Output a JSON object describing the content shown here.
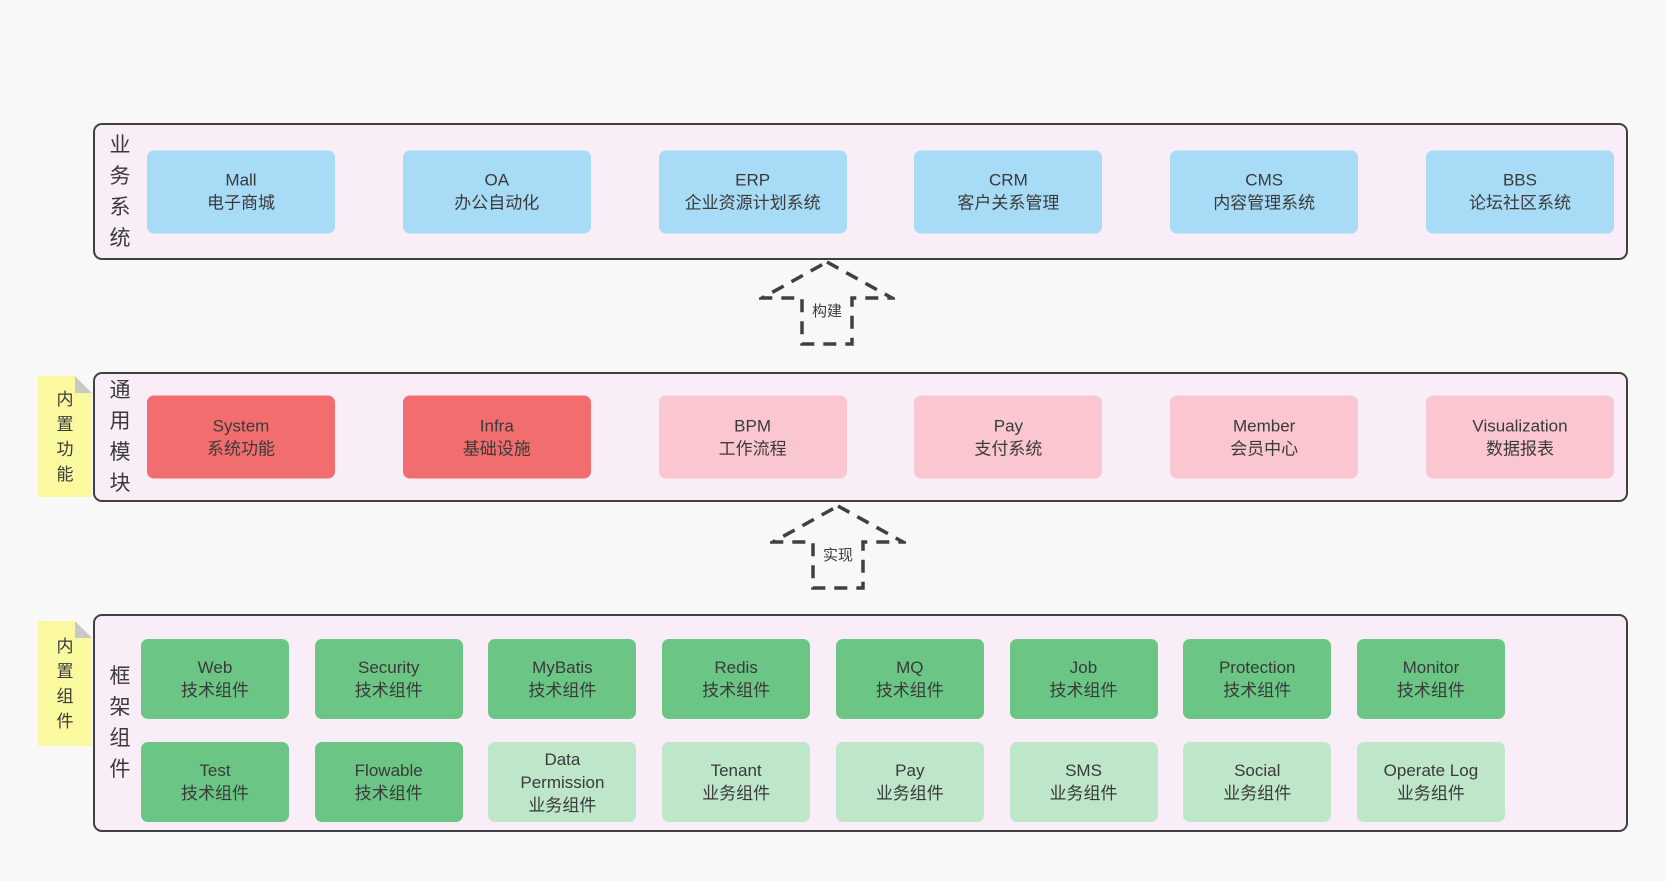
{
  "colors": {
    "page_bg": "#f8f8f8",
    "panel_bg": "#f9eef7",
    "panel_border": "#404040",
    "blue": "#a8dbf5",
    "red": "#f26d6d",
    "pink": "#fac7d1",
    "green_dark": "#6bc685",
    "green_light": "#bee6c9",
    "note_bg": "#fbf9a0",
    "note_fold": "#c8c8c8",
    "text": "#3a3a3a"
  },
  "sections": {
    "business": {
      "label": "业务系统",
      "boxes": [
        {
          "en": "Mall",
          "zh": "电子商城",
          "variant": "blue"
        },
        {
          "en": "OA",
          "zh": "办公自动化",
          "variant": "blue"
        },
        {
          "en": "ERP",
          "zh": "企业资源计划系统",
          "variant": "blue"
        },
        {
          "en": "CRM",
          "zh": "客户关系管理",
          "variant": "blue"
        },
        {
          "en": "CMS",
          "zh": "内容管理系统",
          "variant": "blue"
        },
        {
          "en": "BBS",
          "zh": "论坛社区系统",
          "variant": "blue"
        }
      ]
    },
    "arrow_build": {
      "label": "构建"
    },
    "modules": {
      "label": "通用模块",
      "note": "内置功能",
      "boxes": [
        {
          "en": "System",
          "zh": "系统功能",
          "variant": "red"
        },
        {
          "en": "Infra",
          "zh": "基础设施",
          "variant": "red"
        },
        {
          "en": "BPM",
          "zh": "工作流程",
          "variant": "pink"
        },
        {
          "en": "Pay",
          "zh": "支付系统",
          "variant": "pink"
        },
        {
          "en": "Member",
          "zh": "会员中心",
          "variant": "pink"
        },
        {
          "en": "Visualization",
          "zh": "数据报表",
          "variant": "pink"
        }
      ]
    },
    "arrow_implement": {
      "label": "实现"
    },
    "framework": {
      "label": "框架组件",
      "note": "内置组件",
      "row1": [
        {
          "en": "Web",
          "zh": "技术组件",
          "variant": "green_dark"
        },
        {
          "en": "Security",
          "zh": "技术组件",
          "variant": "green_dark"
        },
        {
          "en": "MyBatis",
          "zh": "技术组件",
          "variant": "green_dark"
        },
        {
          "en": "Redis",
          "zh": "技术组件",
          "variant": "green_dark"
        },
        {
          "en": "MQ",
          "zh": "技术组件",
          "variant": "green_dark"
        },
        {
          "en": "Job",
          "zh": "技术组件",
          "variant": "green_dark"
        },
        {
          "en": "Protection",
          "zh": "技术组件",
          "variant": "green_dark"
        },
        {
          "en": "Monitor",
          "zh": "技术组件",
          "variant": "green_dark"
        }
      ],
      "row2": [
        {
          "en": "Test",
          "zh": "技术组件",
          "variant": "green_dark"
        },
        {
          "en": "Flowable",
          "zh": "技术组件",
          "variant": "green_dark"
        },
        {
          "en": "Data Permission",
          "zh": "业务组件",
          "variant": "green_light"
        },
        {
          "en": "Tenant",
          "zh": "业务组件",
          "variant": "green_light"
        },
        {
          "en": "Pay",
          "zh": "业务组件",
          "variant": "green_light"
        },
        {
          "en": "SMS",
          "zh": "业务组件",
          "variant": "green_light"
        },
        {
          "en": "Social",
          "zh": "业务组件",
          "variant": "green_light"
        },
        {
          "en": "Operate Log",
          "zh": "业务组件",
          "variant": "green_light"
        }
      ]
    }
  }
}
